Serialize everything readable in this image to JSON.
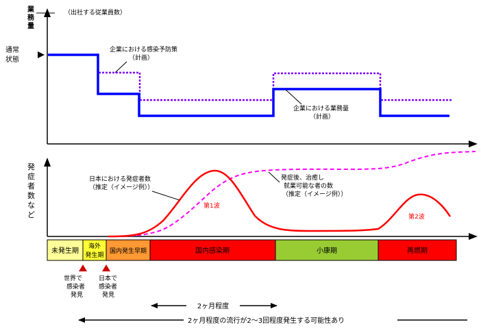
{
  "top_chart": {
    "y_axis_title_lines": [
      "業",
      "務",
      "量"
    ],
    "y_axis_subtitle": "（出社する従業員数）",
    "normal_state_lines": [
      "通常",
      "状態"
    ],
    "label_plan_lines": [
      "企業における感染予防策",
      "（計画）"
    ],
    "label_workload_lines": [
      "企業における業務量",
      "（計画）"
    ]
  },
  "bottom_chart": {
    "y_axis_title_lines": [
      "発",
      "症",
      "者",
      "数",
      "な",
      "ど"
    ],
    "label_patients_lines": [
      "日本における発症者数",
      "（推定（イメージ例））"
    ],
    "label_recovered_lines": [
      "発症後、治癒し",
      "就業可能な者の数",
      "（推定（イメージ例））"
    ],
    "wave1_label": "第1波",
    "wave2_label": "第2波"
  },
  "phases": [
    {
      "label": "未発生期",
      "color": "#ffff99",
      "text_color": "#000000"
    },
    {
      "label": "海外\n発生期",
      "color": "#ffff33",
      "text_color": "#000000"
    },
    {
      "label": "国内発生早期",
      "color": "#ff9933",
      "text_color": "#000000"
    },
    {
      "label": "国内感染期",
      "color": "#ff0000",
      "text_color": "#000000"
    },
    {
      "label": "小康期",
      "color": "#99cc33",
      "text_color": "#000000"
    },
    {
      "label": "再燃期",
      "color": "#ff0000",
      "text_color": "#000000"
    }
  ],
  "events": [
    {
      "lines": [
        "世界で",
        "感染者",
        "発見"
      ]
    },
    {
      "lines": [
        "日本で",
        "感染者",
        "発見"
      ]
    }
  ],
  "durations": {
    "two_months": "2ヶ月程度",
    "recurrence": "2ヶ月程度の流行が2～3回程度発生する可能性あり"
  },
  "colors": {
    "workload": "#0000ff",
    "prevention": "#8000ff",
    "patients": "#ff0000",
    "recovered": "#ff00ff",
    "event_marker": "#cc0000",
    "axis": "#000000"
  }
}
